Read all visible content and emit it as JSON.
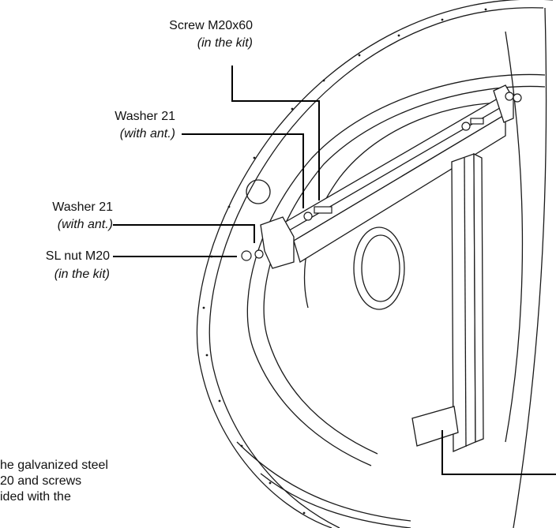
{
  "labels": {
    "screw": {
      "name": "Screw M20x60",
      "note": "(in the kit)"
    },
    "washer_top": {
      "name": "Washer 21",
      "note": "(with ant.)"
    },
    "washer_left": {
      "name": "Washer 21",
      "note": "(with ant.)"
    },
    "nut": {
      "name": "SL nut  M20",
      "note": "(in the kit)"
    }
  },
  "bottom_note": [
    "he galvanized steel",
    "20 and screws",
    "ided with the"
  ]
}
